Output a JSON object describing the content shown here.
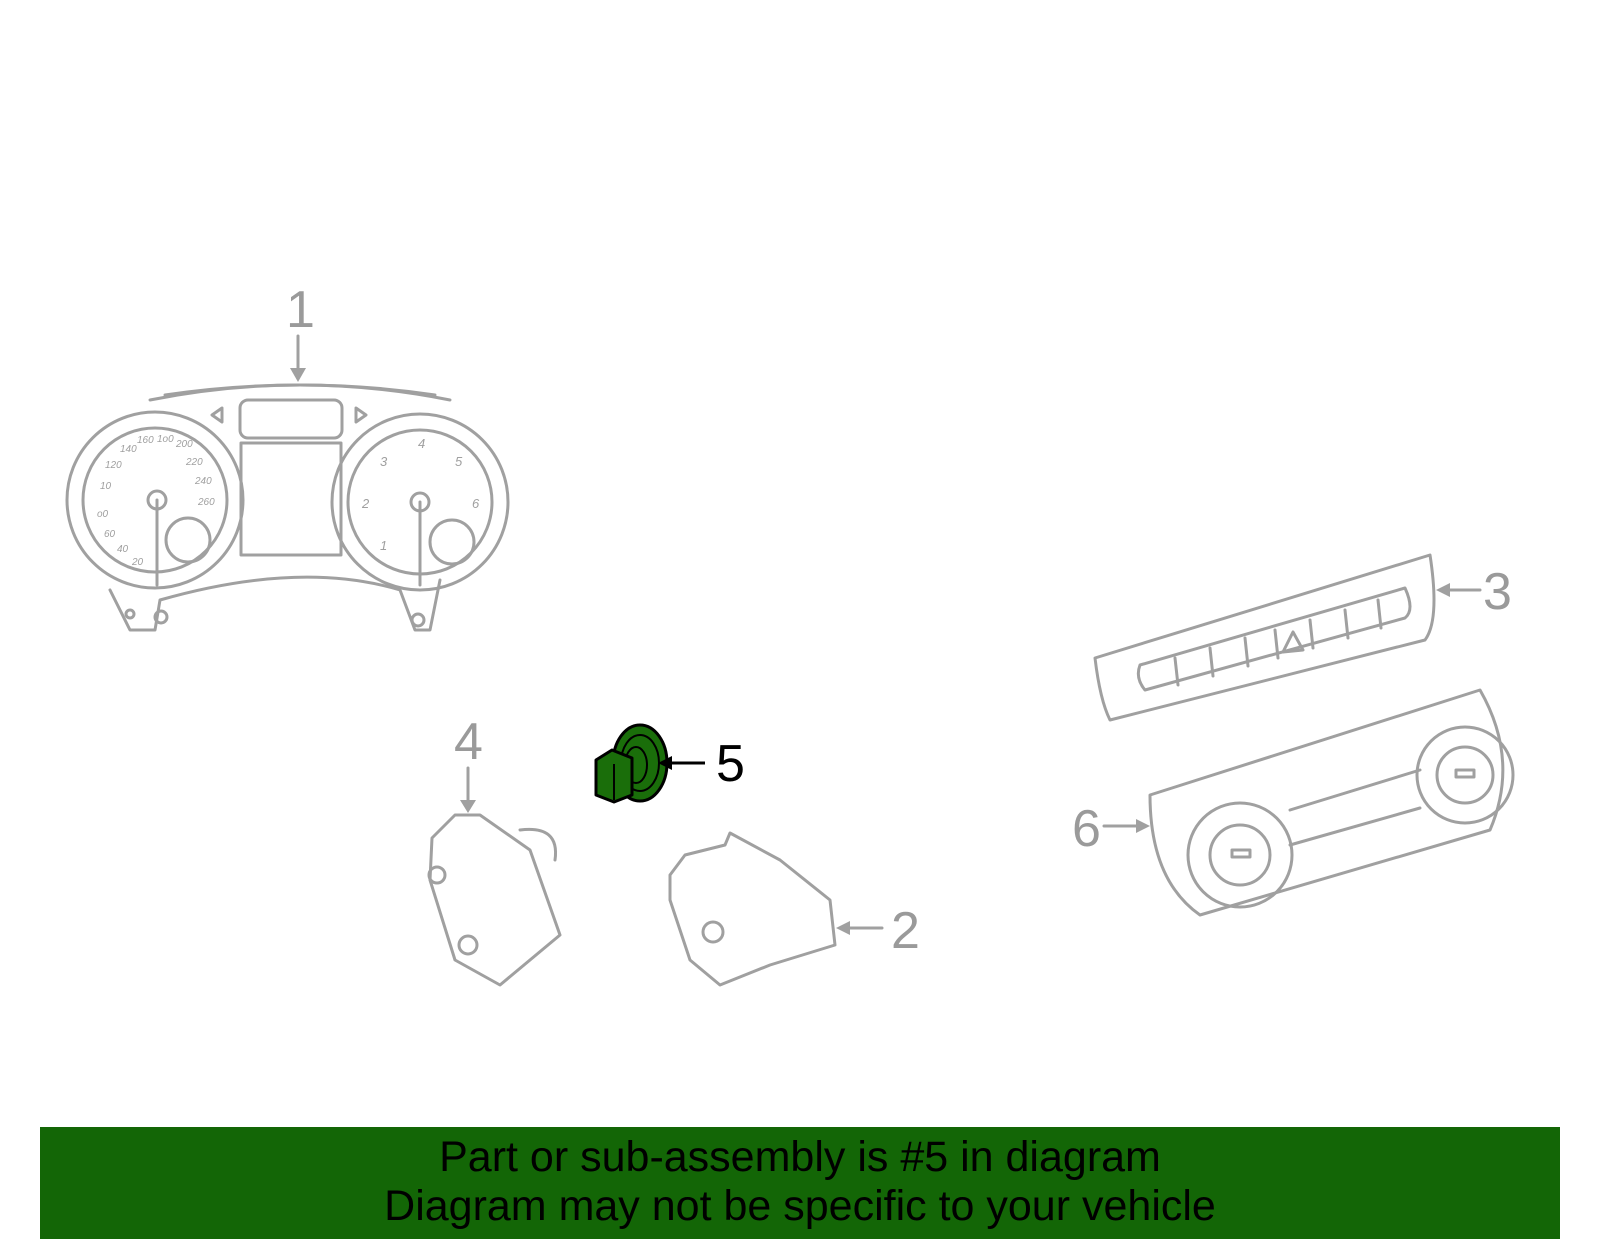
{
  "diagram": {
    "callouts": [
      {
        "id": 1,
        "label": "1",
        "part": "instrument-cluster"
      },
      {
        "id": 2,
        "label": "2",
        "part": "actuator"
      },
      {
        "id": 3,
        "label": "3",
        "part": "switch-panel"
      },
      {
        "id": 4,
        "label": "4",
        "part": "switch-assembly"
      },
      {
        "id": 5,
        "label": "5",
        "part": "bulb-socket",
        "highlighted": true
      },
      {
        "id": 6,
        "label": "6",
        "part": "climate-control-panel"
      }
    ],
    "highlight_color": "#1a6e0a",
    "line_color": "#a0a0a0",
    "gauge_left_labels": [
      "20",
      "40",
      "60",
      "o0",
      "10",
      "120",
      "140",
      "160",
      "1o0",
      "200",
      "220",
      "240",
      "260"
    ],
    "gauge_right_labels": [
      "1",
      "2",
      "3",
      "4",
      "5",
      "6"
    ]
  },
  "banner": {
    "line1": "Part or sub-assembly is #5 in diagram",
    "line2": "Diagram may not be specific to your vehicle",
    "background": "#136606"
  }
}
